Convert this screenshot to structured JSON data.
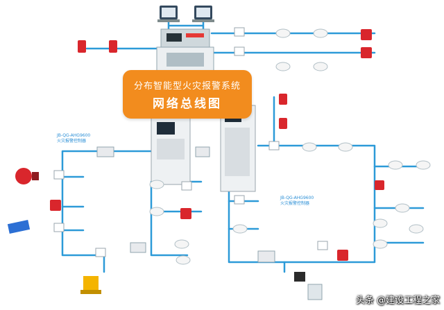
{
  "banner": {
    "line1": "分布智能型火灾报警系统",
    "line2": "网络总线图"
  },
  "systems": {
    "left": {
      "code": "JB-QG-AHG9600",
      "name": "火灾报警控制器"
    },
    "right": {
      "code": "JB-QG-AHG9600",
      "name": "火灾报警控制器"
    }
  },
  "watermark": "头条 @建设工程之家",
  "colors": {
    "bus": "#2c9ad8",
    "accent": "#f28c1e",
    "device_red": "#d9262c"
  }
}
